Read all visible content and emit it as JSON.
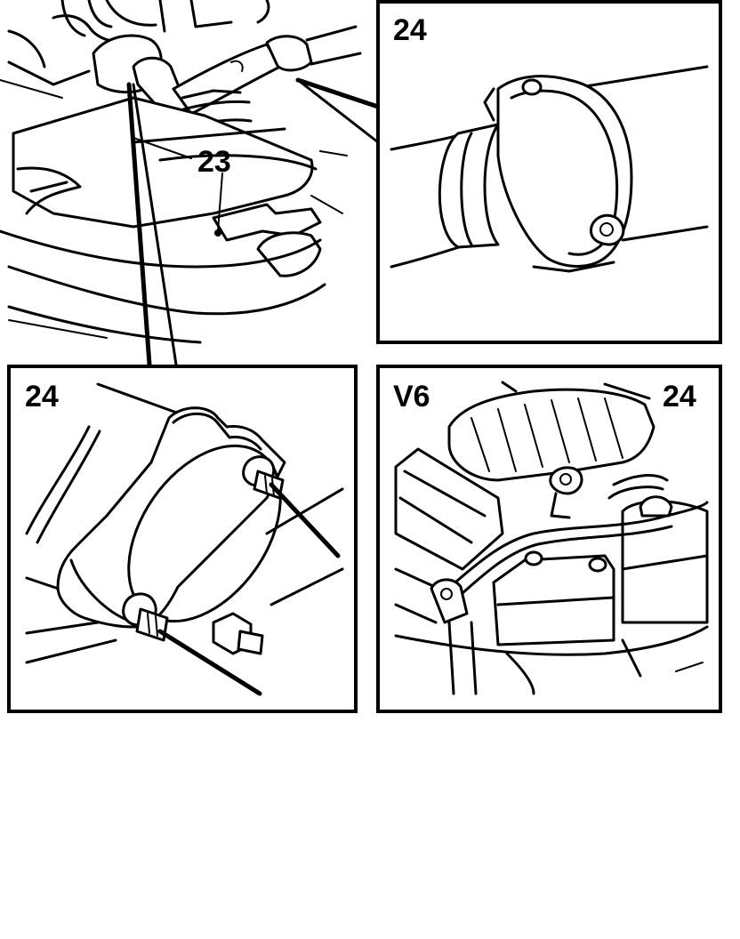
{
  "figure": {
    "callouts": {
      "main_pointer": "23",
      "inset_top_right": "24",
      "inset_bottom_left": "24",
      "inset_bottom_right_variant": "V6",
      "inset_bottom_right": "24"
    },
    "colors": {
      "ink": "#000000",
      "paper": "#ffffff"
    }
  }
}
